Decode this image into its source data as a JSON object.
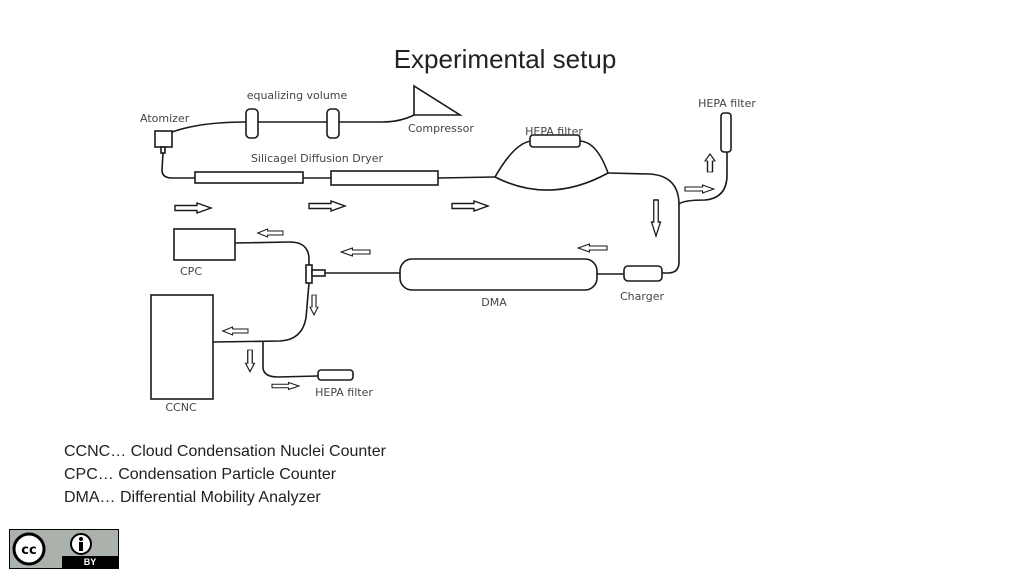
{
  "slide": {
    "title": "Experimental setup"
  },
  "diagram": {
    "labels": {
      "atomizer": "Atomizer",
      "equalizing_volume": "equalizing volume",
      "compressor": "Compressor",
      "dryer": "Silicagel Diffusion Dryer",
      "hepa_bypass": "HEPA filter",
      "hepa_exhaust_top": "HEPA filter",
      "cpc": "CPC",
      "dma": "DMA",
      "charger": "Charger",
      "ccnc": "CCNC",
      "hepa_exhaust_bottom": "HEPA filter"
    }
  },
  "legend": [
    "CCNC… Cloud Condensation Nuclei Counter",
    "CPC… Condensation Particle Counter",
    "DMA… Differential Mobility Analyzer"
  ],
  "license_badge": {
    "icons": [
      "cc-icon",
      "by-person-icon"
    ],
    "text": "BY"
  }
}
